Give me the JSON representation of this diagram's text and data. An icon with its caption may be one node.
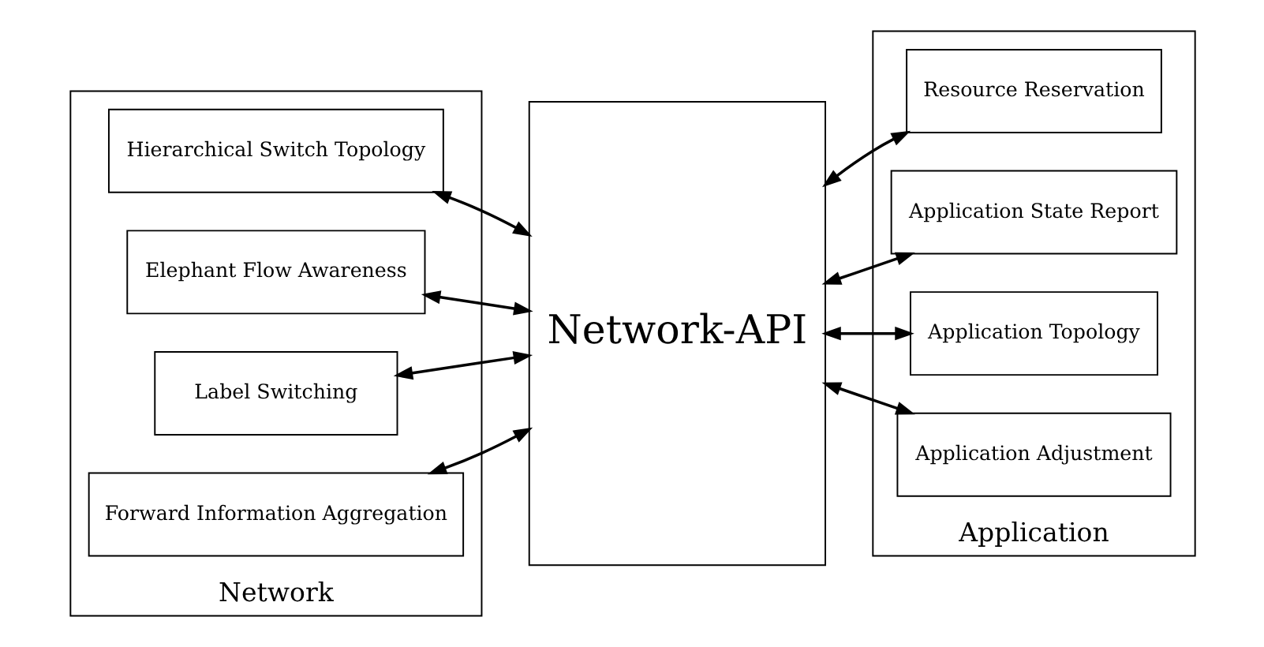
{
  "diagram": {
    "nodes": [
      {
        "text": [
          "Network"
        ]
      },
      {
        "text": [
          "Hierarchical Switch Topology"
        ],
        "in": 0
      },
      {
        "text": [
          "Elephant Flow Awareness"
        ],
        "in": 0
      },
      {
        "text": [
          "Label Switching"
        ],
        "in": 0
      },
      {
        "text": [
          "Forward Information Aggregation"
        ],
        "in": 0
      },
      {
        "text": [
          "Network-API"
        ]
      },
      {
        "text": [
          "Application"
        ]
      },
      {
        "text": [
          "Resource Reservation"
        ],
        "in": 6
      },
      {
        "text": [
          "Application State Report"
        ],
        "in": 6
      },
      {
        "text": [
          "Application Topology"
        ],
        "in": 6
      },
      {
        "text": [
          "Application Adjustment"
        ],
        "in": 6
      }
    ],
    "edges": [
      {
        "from": 1,
        "to": 5,
        "arrow": "both"
      },
      {
        "from": 2,
        "to": 5,
        "arrow": "both"
      },
      {
        "from": 3,
        "to": 5,
        "arrow": "both"
      },
      {
        "from": 4,
        "to": 5,
        "arrow": "both"
      },
      {
        "from": 5,
        "to": 7,
        "arrow": "both"
      },
      {
        "from": 5,
        "to": 8,
        "arrow": "both"
      },
      {
        "from": 5,
        "to": 9,
        "arrow": "both"
      },
      {
        "from": 5,
        "to": 10,
        "arrow": "both"
      }
    ]
  }
}
